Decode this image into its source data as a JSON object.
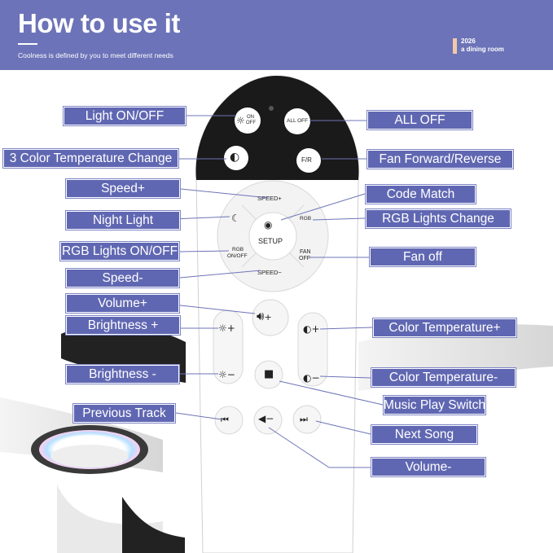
{
  "header": {
    "title": "How to use it",
    "subtitle": "Coolness is defined by you to meet different needs",
    "brand_year": "2026",
    "brand_name": "a dining room"
  },
  "colors": {
    "header_bg": "#6c73b8",
    "label_bg": "#6067b2",
    "label_text": "#ffffff",
    "remote_top": "#1a1a1a",
    "remote_body": "#ffffff",
    "brand_accent": "#f0c9a8"
  },
  "remote_buttons": {
    "light_on": "ON",
    "light_off": "OFF",
    "all_off": "ALL OFF",
    "fan_fr": "F/R",
    "speed_plus": "SPEED+",
    "speed_minus": "SPEED−",
    "setup": "SETUP",
    "rgb": "RGB",
    "rgb_on": "RGB",
    "rgb_onoff": "ON/OFF",
    "fan": "FAN",
    "off": "OFF"
  },
  "labels": {
    "light_onoff": "Light ON/OFF",
    "color_temp_change": "3 Color Temperature Change",
    "speed_plus": "Speed+",
    "night_light": "Night Light",
    "rgb_lights_onoff": "RGB Lights ON/OFF",
    "speed_minus": "Speed-",
    "volume_plus": "Volume+",
    "brightness_plus": "Brightness +",
    "brightness_minus": "Brightness -",
    "previous_track": "Previous Track",
    "all_off": "ALL OFF",
    "fan_forward_reverse": "Fan Forward/Reverse",
    "code_match": "Code Match",
    "rgb_lights_change": "RGB Lights Change",
    "fan_off": "Fan off",
    "color_temp_plus": "Color Temperature+",
    "color_temp_minus": "Color Temperature-",
    "music_play_switch": "Music Play Switch",
    "next_song": "Next Song",
    "volume_minus": "Volume-"
  }
}
